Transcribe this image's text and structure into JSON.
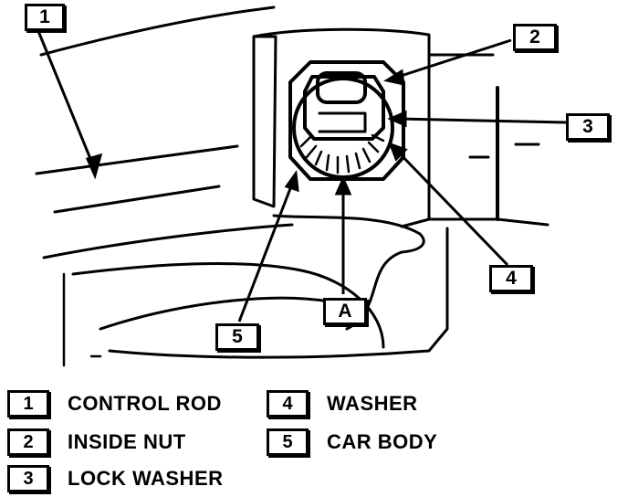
{
  "callouts": {
    "c1": "1",
    "c2": "2",
    "c3": "3",
    "c4": "4",
    "c5": "5",
    "cA": "A"
  },
  "legend": [
    {
      "number": "1",
      "label": "CONTROL ROD"
    },
    {
      "number": "2",
      "label": "INSIDE NUT"
    },
    {
      "number": "3",
      "label": "LOCK WASHER"
    },
    {
      "number": "4",
      "label": "WASHER"
    },
    {
      "number": "5",
      "label": "CAR BODY"
    }
  ]
}
